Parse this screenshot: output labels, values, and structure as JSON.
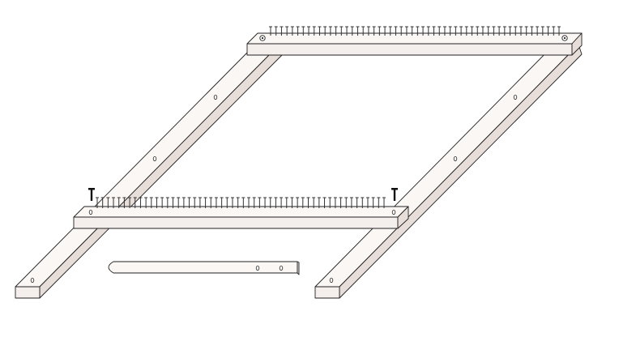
{
  "diagram": {
    "subject": "",
    "colors": {
      "wood_face": "#f4efec",
      "wood_top": "#faf7f5",
      "wood_side": "#e7ded9",
      "outline": "#222222",
      "nail": "#333333",
      "background": "#ffffff"
    },
    "parts": [
      {
        "id": "back-crossbar",
        "label": ""
      },
      {
        "id": "front-crossbar",
        "label": ""
      },
      {
        "id": "left-rail",
        "label": ""
      },
      {
        "id": "right-rail",
        "label": ""
      },
      {
        "id": "loose-stick",
        "label": ""
      },
      {
        "id": "tack-left",
        "label": ""
      },
      {
        "id": "tack-right",
        "label": ""
      }
    ],
    "nails": {
      "back_count": 54,
      "front_count": 54
    }
  }
}
